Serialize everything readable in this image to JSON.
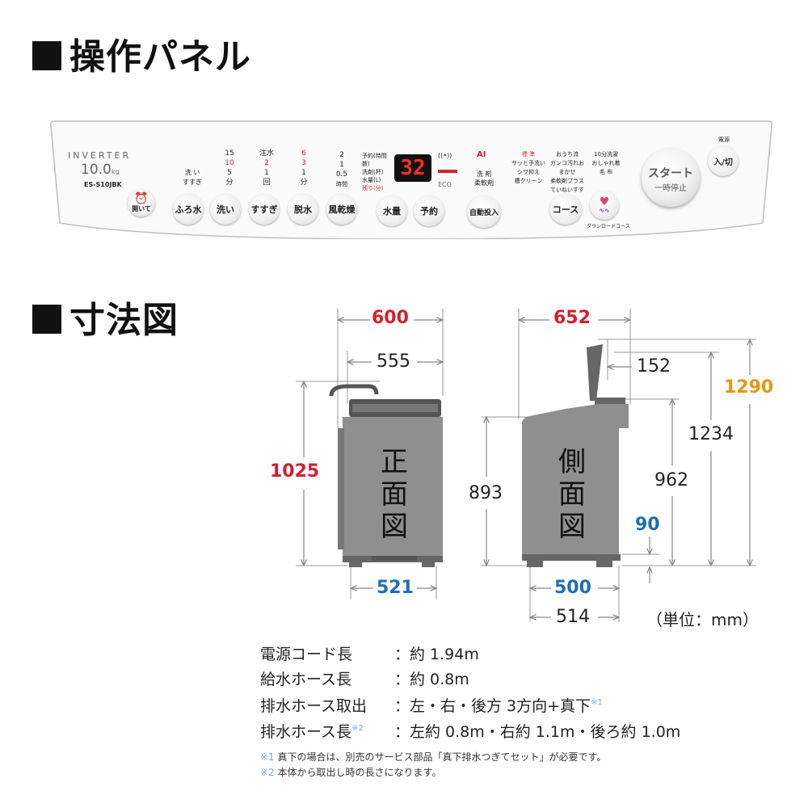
{
  "headings": {
    "panel": "操作パネル",
    "dimensions": "寸法図"
  },
  "panel": {
    "brand": "INVERTER",
    "capacity": "10.0",
    "capacity_unit": "kg",
    "model": "ES-S10JBK",
    "open_button": "開いて",
    "left_labels": [
      "洗 い",
      "すすぎ"
    ],
    "col_wash": [
      "15",
      "10",
      "5",
      "分"
    ],
    "col_rinse": [
      "注水",
      "2",
      "1",
      "回"
    ],
    "col_spin": [
      "6",
      "3",
      "1",
      "分"
    ],
    "col_dry": [
      "2",
      "1",
      "0.5",
      "時間"
    ],
    "buttons": {
      "furomizu": "ふろ水",
      "wash": "洗い",
      "rinse": "すすぎ",
      "spin": "脱水",
      "dry": "風乾燥",
      "water": "水量",
      "timer": "予約",
      "auto": "自動投入",
      "course": "コース",
      "power": "入/切"
    },
    "indicators": [
      "予約(時間数)",
      "洗剤(杯)",
      "水量(L)",
      "残り(分)"
    ],
    "display_value": "32",
    "wifi": "((•))",
    "eco": "ECO",
    "ai": "AI",
    "detergent": [
      "洗 剤",
      "柔軟剤"
    ],
    "courses_col1": [
      "標 準",
      "サッと予洗い",
      "シワ抑え",
      "槽クリーン"
    ],
    "courses_col2": [
      "おうち流",
      "ガンコ汚れおまかせ",
      "柔軟剤プラス",
      "ていねいすすぎ"
    ],
    "courses_col3": [
      "10分洗濯",
      "おしゃれ着",
      "毛 布"
    ],
    "download": "ダウンロードコース",
    "power_label": "電源",
    "start": [
      "スタート",
      "一時停止"
    ]
  },
  "dimensions": {
    "front_label": [
      "正",
      "面",
      "図"
    ],
    "side_label": [
      "側",
      "面",
      "図"
    ],
    "w600": "600",
    "w555": "555",
    "h1025": "1025",
    "w521": "521",
    "w652": "652",
    "d152": "152",
    "h1290": "1290",
    "h1234": "1234",
    "h893": "893",
    "h962": "962",
    "h90": "90",
    "w500": "500",
    "w514": "514",
    "unit": "（単位：mm）",
    "colors": {
      "red": "#d2202f",
      "blue": "#1f6db4",
      "orange": "#e8950f"
    }
  },
  "specs": [
    {
      "label": "電源コード長",
      "value": "：約 1.94m"
    },
    {
      "label": "給水ホース長",
      "value": "：約 0.8m"
    },
    {
      "label": "排水ホース取出",
      "value": "：左・右・後方 3方向+真下",
      "mark": "※1"
    },
    {
      "label": "排水ホース長",
      "mark_label": "※2",
      "value": "：左約 0.8m・右約 1.1m・後ろ約 1.0m"
    }
  ],
  "notes": [
    {
      "mark": "※1",
      "text": "真下の場合は、別売のサービス部品「真下排水つぎてセット」が必要です。"
    },
    {
      "mark": "※2",
      "text": "本体から取出し時の長さになります。"
    }
  ]
}
